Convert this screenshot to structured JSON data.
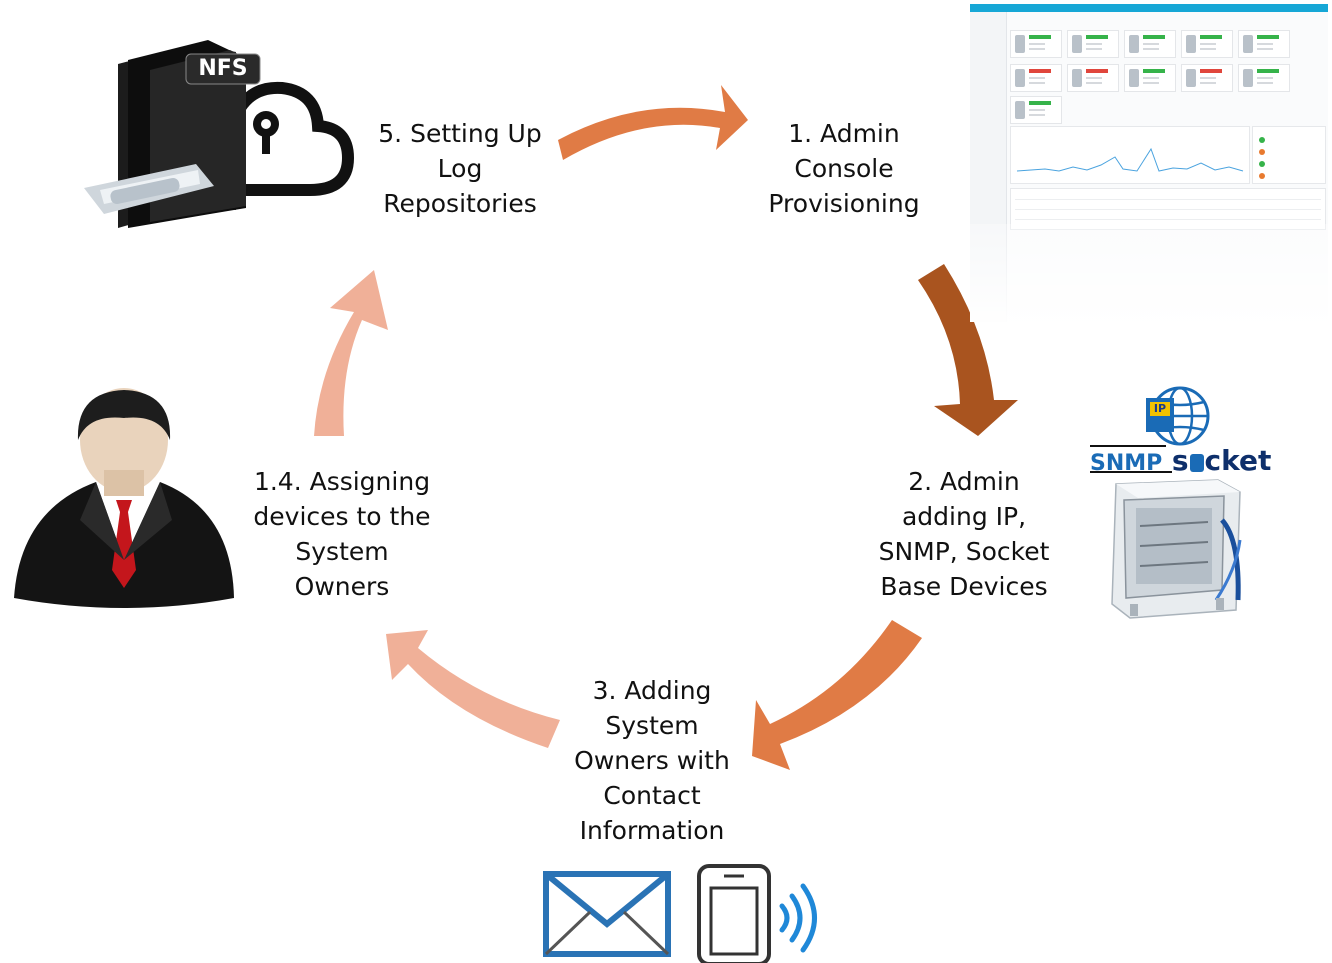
{
  "steps": {
    "step5": [
      "5. Setting Up",
      "Log",
      "Repositories"
    ],
    "step1": [
      "1. Admin",
      "Console",
      "Provisioning"
    ],
    "step2": [
      "2. Admin",
      "adding IP,",
      "SNMP, Socket",
      "Base Devices"
    ],
    "step3": [
      "3. Adding",
      "System",
      "Owners with",
      "Contact",
      "Information"
    ],
    "step14": [
      "1.4. Assigning",
      "devices to the",
      "System",
      "Owners"
    ]
  },
  "badges": {
    "nfs": "NFS",
    "ip": "IP",
    "snmp": "SNMP",
    "socket_s": "s",
    "socket_rest": "cket"
  },
  "colors": {
    "arrow_orange": "#e07b45",
    "arrow_dark": "#a9541f",
    "arrow_light": "#f0b098",
    "email_blue": "#2a73b5",
    "signal_blue": "#1f88d8",
    "snmp_blue": "#1a6bb6",
    "socket_navy": "#0e2f6b"
  },
  "icons": [
    "nfs-cloud-icon",
    "dashboard-screenshot",
    "snmp-socket-device-icon",
    "system-owner-avatar-icon",
    "email-icon",
    "mobile-phone-icon"
  ]
}
